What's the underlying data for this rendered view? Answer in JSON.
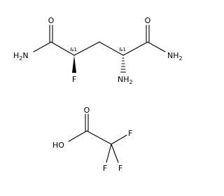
{
  "molecule": {
    "atoms": {
      "o_left": "O",
      "o_right": "O",
      "h2n_left": {
        "main": "H",
        "sub": "2",
        "tail": "N"
      },
      "nh2_right": {
        "main": "NH",
        "sub": "2"
      },
      "f": "F",
      "nh2_bottom": {
        "main": "NH",
        "sub": "2"
      },
      "stereo_left": "&1",
      "stereo_right": "&1"
    }
  },
  "acid": {
    "atoms": {
      "o_top": "O",
      "ho": "HO",
      "f_right": "F",
      "f_bottom_left": "F",
      "f_bottom_right": "F"
    }
  }
}
